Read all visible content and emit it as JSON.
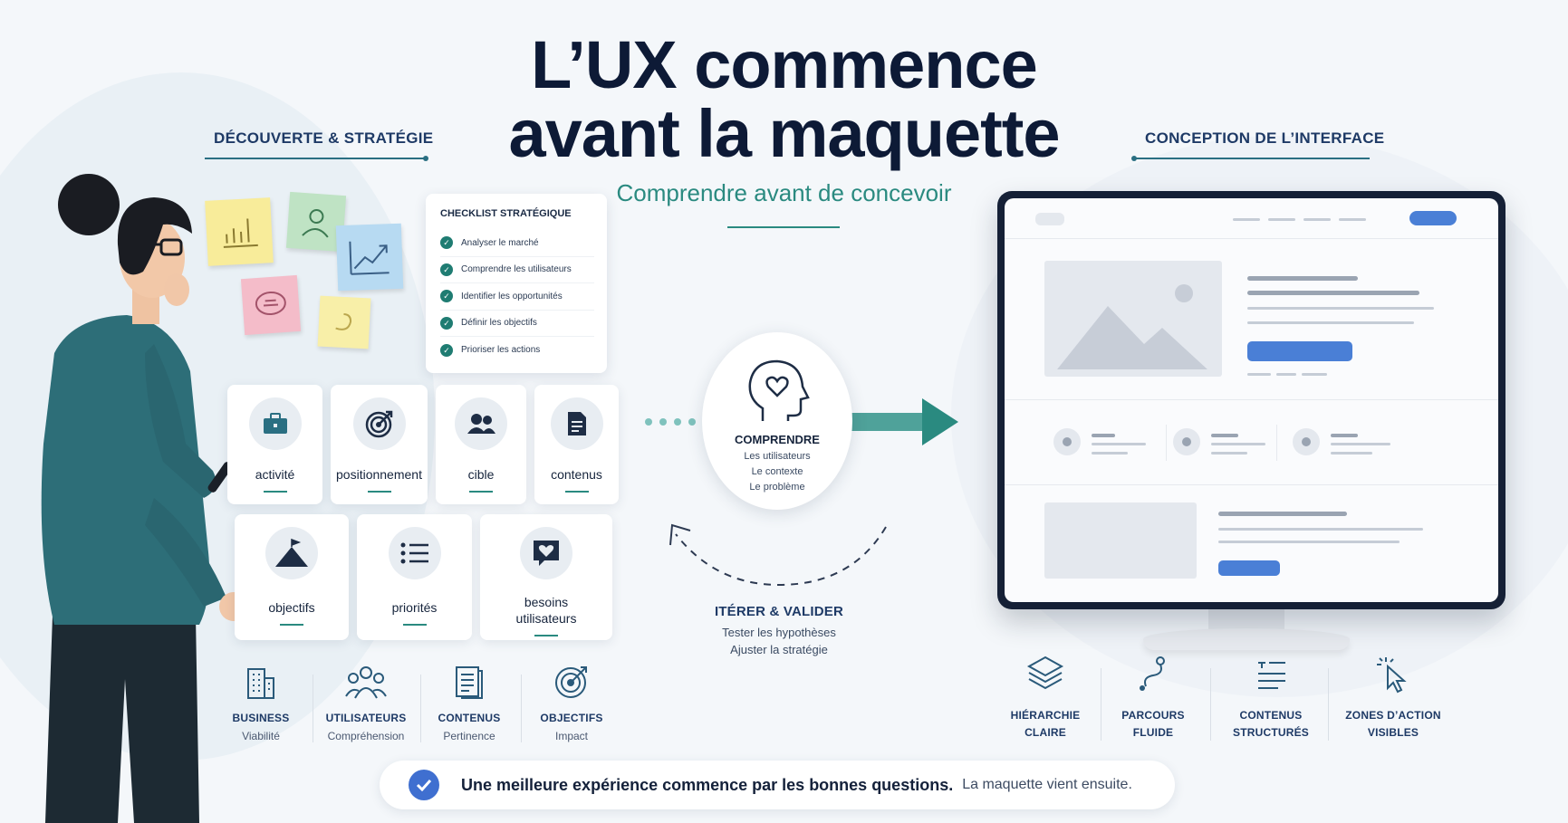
{
  "title": {
    "line1": "L’UX commence",
    "line2": "avant la maquette",
    "subtitle": "Comprendre avant de concevoir"
  },
  "left_section": {
    "heading": "DÉCOUVERTE & STRATÉGIE"
  },
  "right_section": {
    "heading": "CONCEPTION DE L’INTERFACE"
  },
  "checklist": {
    "title": "CHECKLIST STRATÉGIQUE",
    "items": [
      "Analyser le marché",
      "Comprendre les utilisateurs",
      "Identifier les opportunités",
      "Définir les objectifs",
      "Prioriser les actions"
    ]
  },
  "cards": [
    {
      "label": "activité",
      "icon": "briefcase-icon"
    },
    {
      "label": "positionnement",
      "icon": "target-icon"
    },
    {
      "label": "cible",
      "icon": "users-icon"
    },
    {
      "label": "contenus",
      "icon": "document-icon"
    },
    {
      "label": "objectifs",
      "icon": "mountain-flag-icon"
    },
    {
      "label": "priorités",
      "icon": "list-icon"
    },
    {
      "label": "besoins utilisateurs",
      "icon": "heart-chat-icon"
    }
  ],
  "pillars": [
    {
      "title": "BUSINESS",
      "sub": "Viabilité",
      "icon": "building-icon"
    },
    {
      "title": "UTILISATEURS",
      "sub": "Compréhension",
      "icon": "group-icon"
    },
    {
      "title": "CONTENUS",
      "sub": "Pertinence",
      "icon": "papers-icon"
    },
    {
      "title": "OBJECTIFS",
      "sub": "Impact",
      "icon": "target-icon"
    }
  ],
  "comprendre": {
    "title": "COMPRENDRE",
    "lines": [
      "Les utilisateurs",
      "Le contexte",
      "Le problème"
    ],
    "icon": "head-heart-icon"
  },
  "iterer": {
    "title": "ITÉRER & VALIDER",
    "lines": [
      "Tester les hypothèses",
      "Ajuster la stratégie"
    ]
  },
  "ui_features": [
    {
      "line1": "HIÉRARCHIE",
      "line2": "CLAIRE",
      "icon": "layers-icon"
    },
    {
      "line1": "PARCOURS",
      "line2": "FLUIDE",
      "icon": "path-icon"
    },
    {
      "line1": "CONTENUS",
      "line2": "STRUCTURÉS",
      "icon": "text-structure-icon"
    },
    {
      "line1": "ZONES D’ACTION",
      "line2": "VISIBLES",
      "icon": "cursor-click-icon"
    }
  ],
  "banner": {
    "main": "Une meilleure expérience commence par les bonnes questions.",
    "sub": "La maquette vient ensuite."
  },
  "colors": {
    "accent": "#2a8a80",
    "navy": "#0d1a36",
    "blue": "#3f6fd0"
  }
}
